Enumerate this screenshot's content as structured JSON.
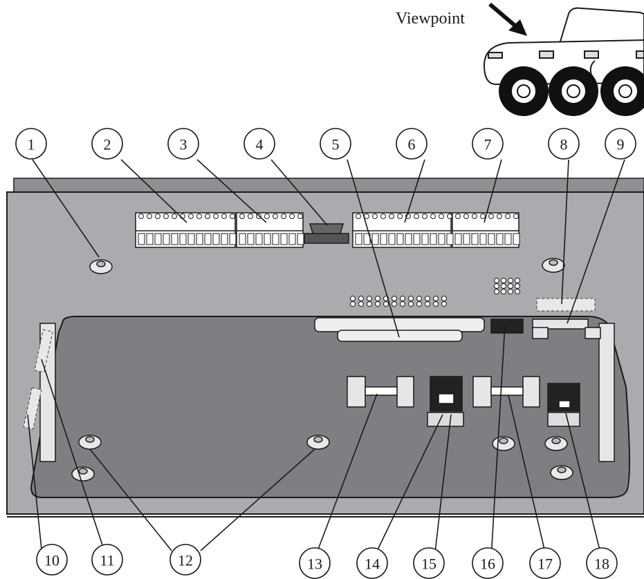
{
  "viewpoint_label": "Viewpoint",
  "callouts": [
    "1",
    "2",
    "3",
    "4",
    "5",
    "6",
    "7",
    "8",
    "9",
    "10",
    "11",
    "12",
    "13",
    "14",
    "15",
    "16",
    "17",
    "18"
  ],
  "colors": {
    "panel_outer": "#a9abae",
    "panel_inner": "#7d7f82",
    "panel_back": "#8e9093",
    "line": "#1a1a1a",
    "terminal_block": "#ffffff"
  },
  "icons": [
    "vehicle-silhouette-icon",
    "viewpoint-arrow-icon"
  ]
}
